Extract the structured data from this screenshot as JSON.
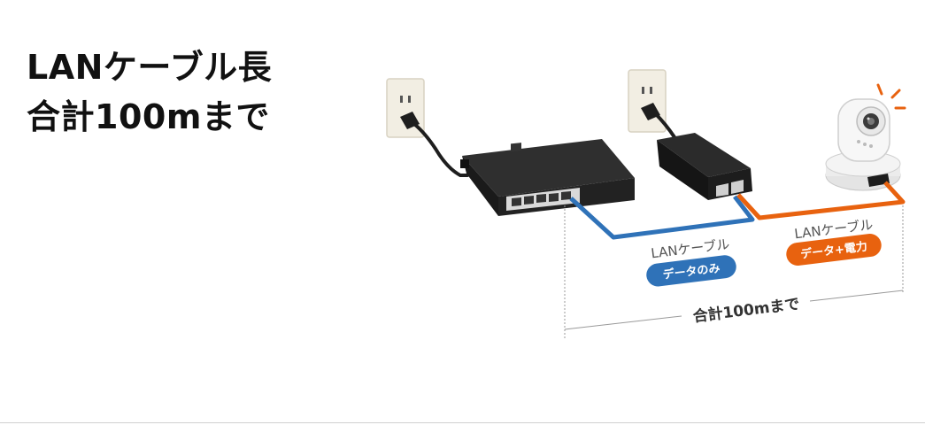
{
  "headline": {
    "line1": "LANケーブル長",
    "line2": "合計100mまで"
  },
  "diagram": {
    "cable1": {
      "label": "LANケーブル",
      "tag": "データのみ",
      "color": "#2f72b8"
    },
    "cable2": {
      "label": "LANケーブル",
      "tag": "データ+電力",
      "color": "#e8620f"
    },
    "total_label": "合計100mまで"
  },
  "icons": [
    "wall-outlet-icon",
    "network-switch-icon",
    "poe-injector-icon",
    "network-camera-icon"
  ]
}
